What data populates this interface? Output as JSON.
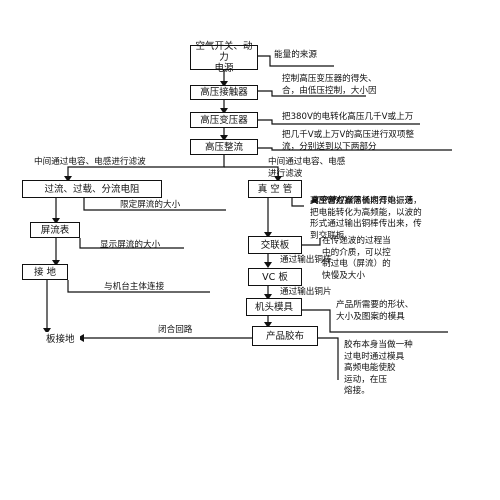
{
  "boxes": {
    "power": "空气开关、动力\n电源",
    "contactor": "高压接触器",
    "transformer": "高压变压器",
    "rectifier": "高压整流",
    "overcurrent": "过流、过载、分流电阻",
    "vacuum_tube": "真 空 管",
    "screen_meter": "屏流表",
    "ground": "接 地",
    "coupling_plate": "交联板",
    "vc_plate": "VC 板",
    "machine_head": "机头模具",
    "product": "产品胶布",
    "ground_plate": "板接地"
  },
  "notes": {
    "energy_source": "能量的来源",
    "control_transformer": "控制高压变压器的得失、\n合，由低压控制，大小因",
    "step_up": "把380V的电转化高压几千V或上万",
    "full_wave": "把几千V或上万V的高压进行双项整\n流，分别送到以下两部分",
    "middle_filter_left": "中间通过电容、电感进行滤波",
    "middle_filter_right": "中间通过电容、电感\n进行滤波",
    "limit_current": "限定屏流的大小",
    "tube_bold": "真空管灯丝",
    "tube_desc_first": "需长期得电，通",
    "tube_desc": "高压时在振荡桶内开始振荡，\n把电能转化为高频能，以波的\n形式通过输出铜棒传出来，传\n到交联板",
    "control_desc": "在传递波的过程当\n中的介质，可以控\n制过电（屏流）的\n快慢及大小",
    "copper_rod": "通过输出铜棒",
    "copper_sheet": "通过输出铜片",
    "mold_desc": "产品所需要的形状、\n大小及图案的模具",
    "show_screen": "显示屏流的大小",
    "machine_connect": "与机台主体连接",
    "closed_loop": "闭合回路",
    "cloth_desc": "胶布本身当做一种\n过电时通过模具\n高频电能使胶\n运动，在压\n熔接。"
  }
}
